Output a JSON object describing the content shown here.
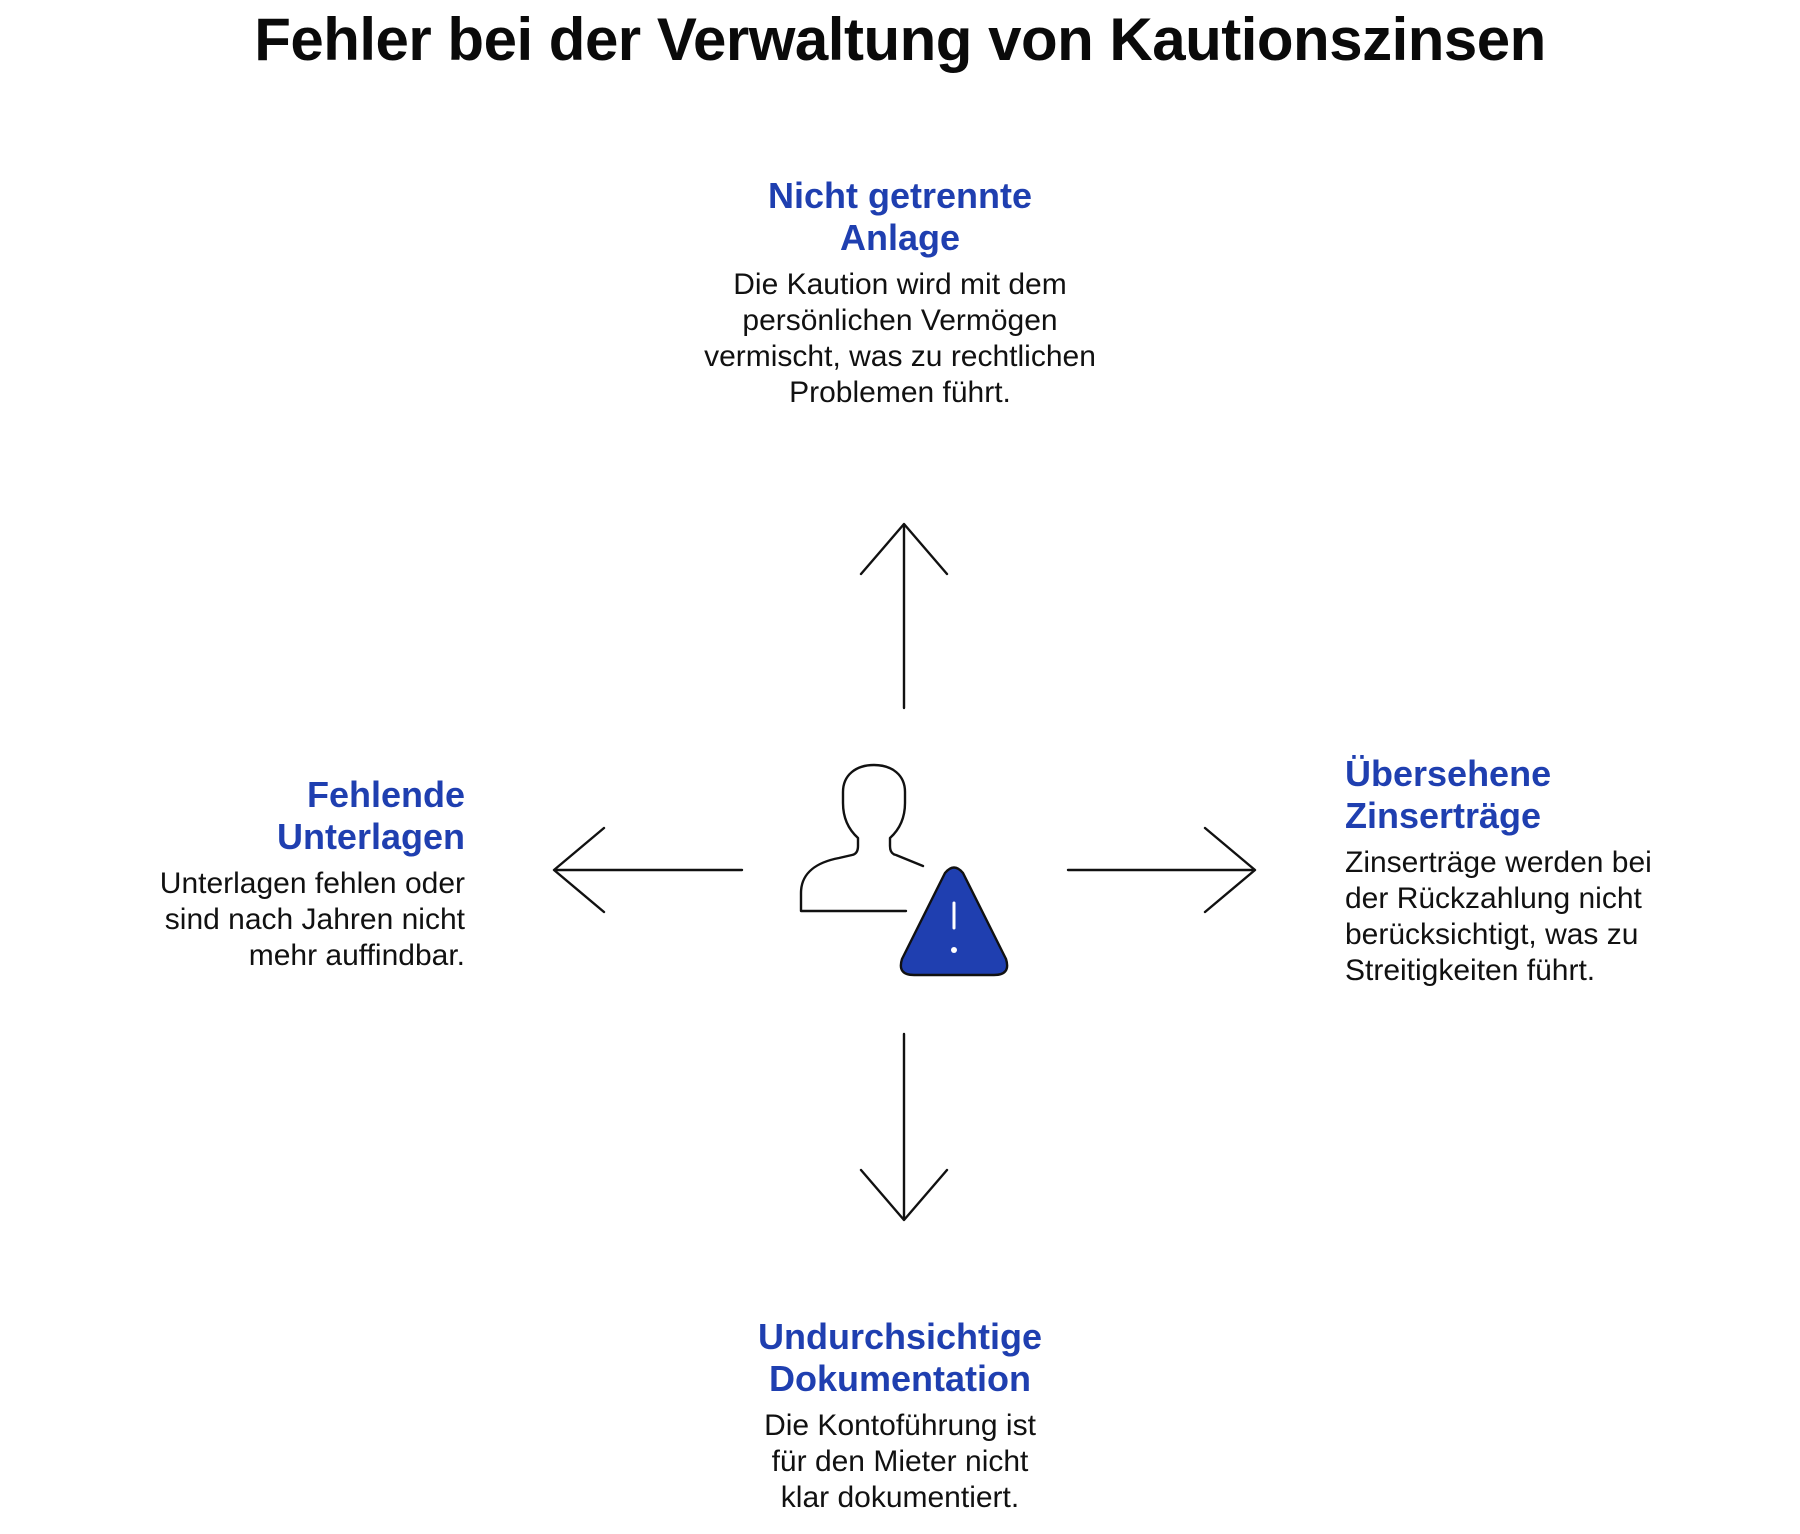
{
  "title": "Fehler bei der Verwaltung von Kautionszinsen",
  "colors": {
    "accent": "#1f3fb0",
    "line": "#111111",
    "text": "#111111"
  },
  "center_icon": {
    "person": "person-outline-icon",
    "warning": "warning-triangle-icon",
    "warning_symbol": "!"
  },
  "nodes": {
    "top": {
      "heading_line1": "Nicht getrennte",
      "heading_line2": "Anlage",
      "text_line1": "Die Kaution wird mit dem",
      "text_line2": "persönlichen Vermögen",
      "text_line3": "vermischt, was zu rechtlichen",
      "text_line4": "Problemen führt."
    },
    "left": {
      "heading_line1": "Fehlende",
      "heading_line2": "Unterlagen",
      "text_line1": "Unterlagen fehlen oder",
      "text_line2": "sind nach Jahren nicht",
      "text_line3": "mehr auffindbar."
    },
    "right": {
      "heading_line1": "Übersehene",
      "heading_line2": "Zinserträge",
      "text_line1": "Zinserträge werden bei",
      "text_line2": "der Rückzahlung nicht",
      "text_line3": "berücksichtigt, was zu",
      "text_line4": "Streitigkeiten führt."
    },
    "bottom": {
      "heading_line1": "Undurchsichtige",
      "heading_line2": "Dokumentation",
      "text_line1": "Die Kontoführung ist",
      "text_line2": "für den Mieter nicht",
      "text_line3": "klar dokumentiert."
    }
  }
}
